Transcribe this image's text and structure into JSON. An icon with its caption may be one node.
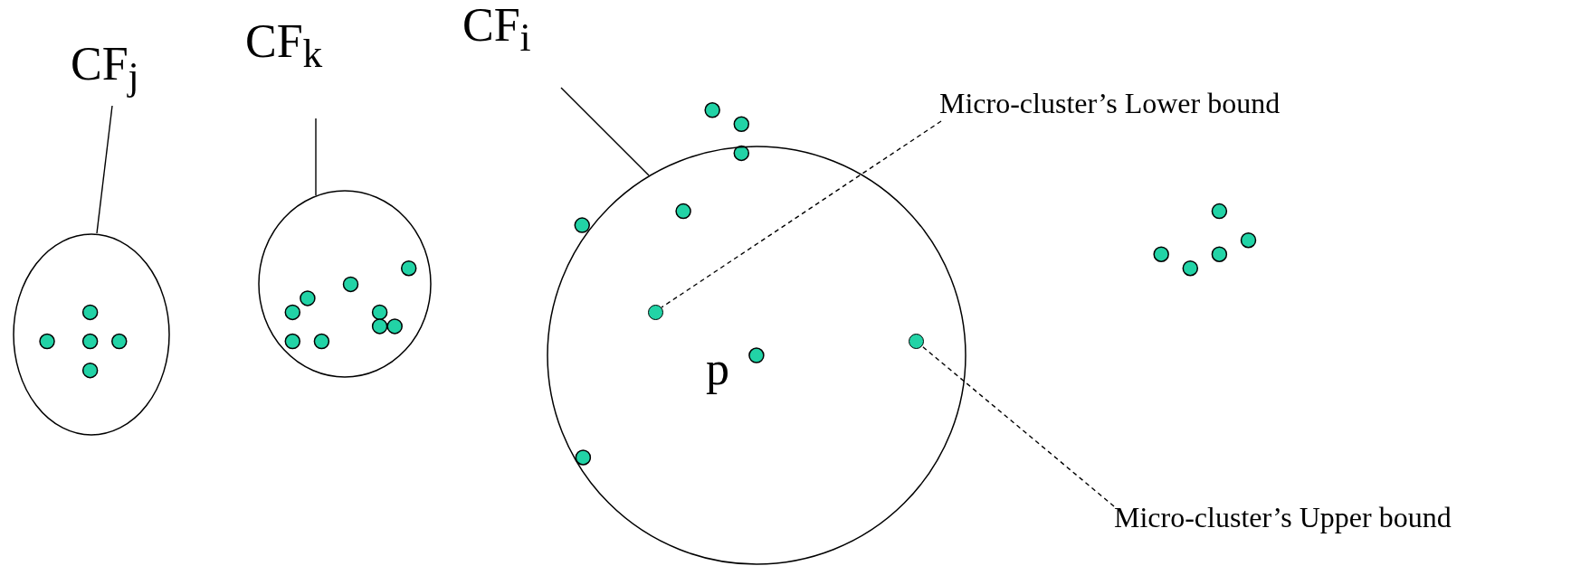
{
  "diagram": {
    "nodes": [
      {
        "text": [
          "CF$_{j}$"
        ]
      },
      {
        "text": [
          "CF$_{k}$"
        ]
      },
      {
        "text": [
          "CF$_{i}$"
        ]
      },
      {
        "text": [
          "Micro-cluster’s  Lower bound"
        ]
      },
      {
        "text": [],
        "shape": "circle"
      },
      {
        "text": [],
        "shape": "circle"
      },
      {
        "text": [],
        "shape": "circle"
      },
      {
        "text": [],
        "shape": "circle",
        "in": 6
      },
      {
        "text": [],
        "shape": "circle",
        "in": 6
      },
      {
        "text": [
          "Micro-cluster’s Upper bound"
        ]
      }
    ],
    "edges": [
      {
        "from": 0,
        "to": 4,
        "arrow": "none"
      },
      {
        "from": 1,
        "to": 5,
        "arrow": "none"
      },
      {
        "from": 2,
        "to": 6,
        "arrow": "none"
      },
      {
        "from": 3,
        "to": 7,
        "arrow": "none",
        "style": "dashed"
      },
      {
        "from": 9,
        "to": 8,
        "arrow": "none",
        "style": "dashed"
      }
    ],
    "labels": [
      "p"
    ]
  }
}
